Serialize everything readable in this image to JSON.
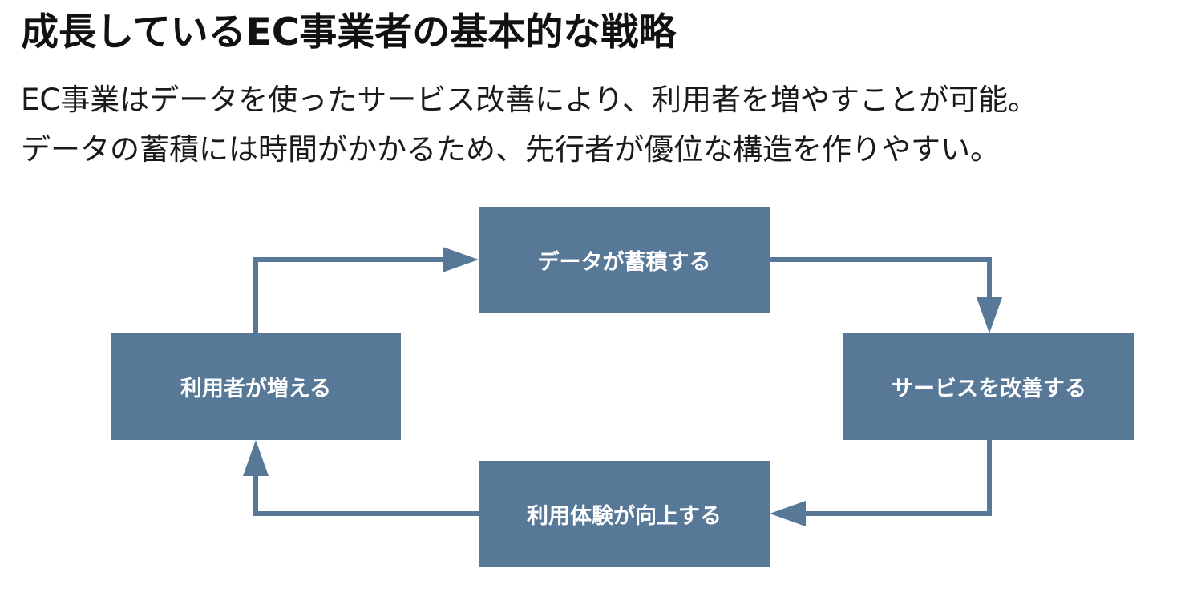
{
  "title": "成長しているEC事業者の基本的な戦略",
  "description": {
    "line1": "EC事業はデータを使ったサービス改善により、利用者を増やすことが可能。",
    "line2": "データの蓄積には時間がかかるため、先行者が優位な構造を作りやすい。"
  },
  "cycle": {
    "data_accumulates": "データが蓄積する",
    "improve_service": "サービスを改善する",
    "experience_improves": "利用体験が向上する",
    "users_increase": "利用者が増える"
  },
  "colors": {
    "box": "#587898",
    "arrow": "#587898",
    "box_text": "#ffffff"
  }
}
